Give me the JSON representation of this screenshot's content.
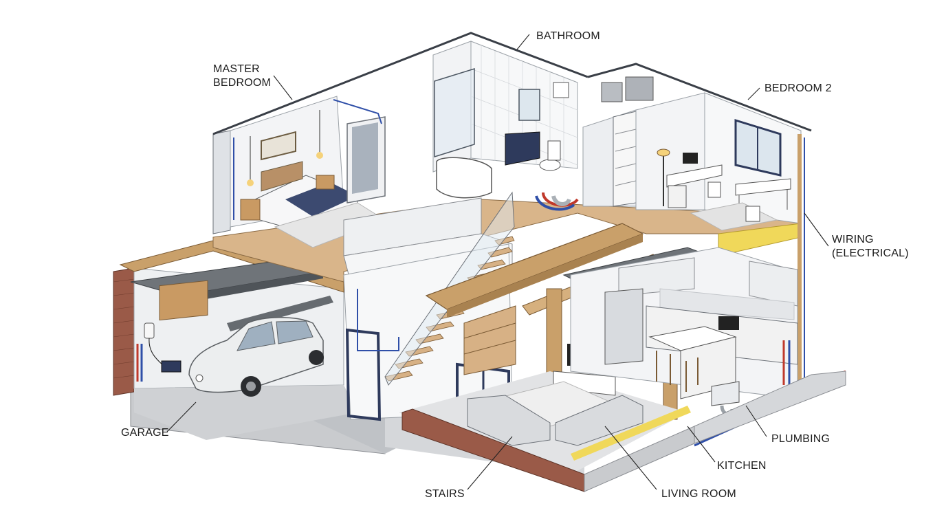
{
  "labels": {
    "master_bedroom_line1": "MASTER",
    "master_bedroom_line2": "BEDROOM",
    "bathroom": "BATHROOM",
    "bedroom2": "BEDROOM 2",
    "wiring_line1": "WIRING",
    "wiring_line2": "(ELECTRICAL)",
    "garage": "GARAGE",
    "stairs": "STAIRS",
    "plumbing": "PLUMBING",
    "kitchen": "KITCHEN",
    "living_room": "LIVING ROOM"
  },
  "colors": {
    "wall": "#f3f4f6",
    "wall_shade": "#dfe2e6",
    "floor_wood": "#d9b58a",
    "beam_wood": "#c9a06a",
    "brick": "#9a5a48",
    "concrete": "#c9cbce",
    "frame_navy": "#2e3a5c",
    "pipe_blue": "#2f4fa8",
    "pipe_red": "#c0392b",
    "insulation": "#f0d85a"
  }
}
